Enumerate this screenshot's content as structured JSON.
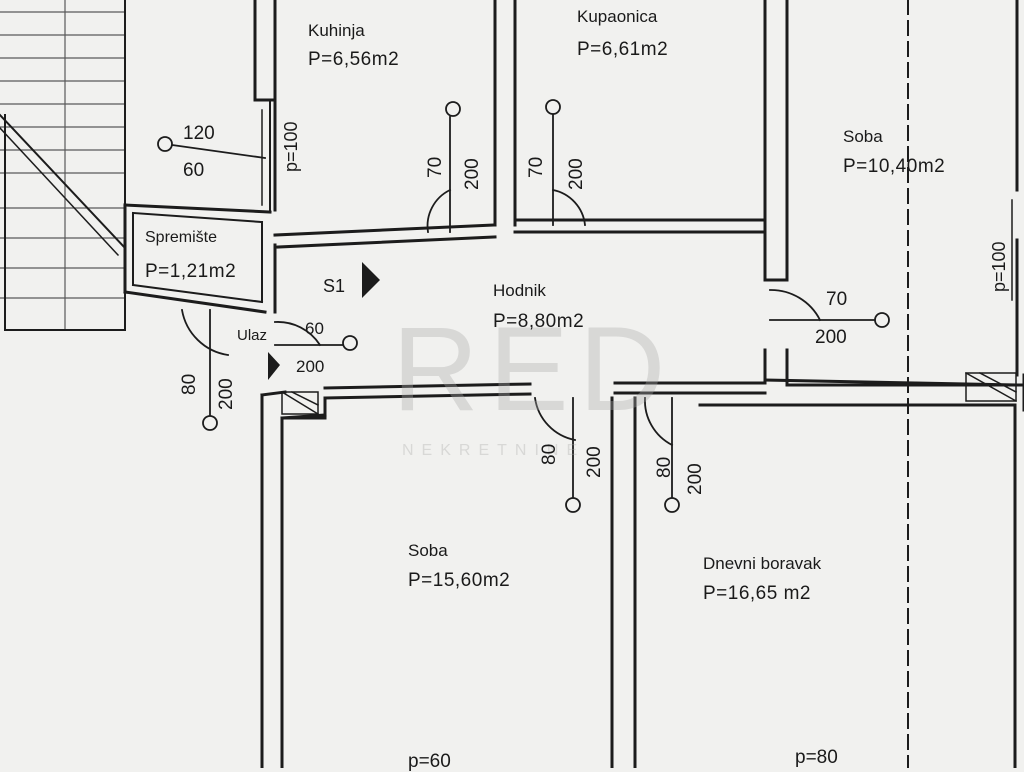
{
  "rooms": {
    "kuhinja": {
      "name": "Kuhinja",
      "area": "P=6,56m2"
    },
    "kupaonica": {
      "name": "Kupaonica",
      "area": "P=6,61m2"
    },
    "soba_right": {
      "name": "Soba",
      "area": "P=10,40m2"
    },
    "spremiste": {
      "name": "Spremište",
      "area": "P=1,21m2"
    },
    "hodnik": {
      "name": "Hodnik",
      "area": "P=8,80m2"
    },
    "soba_bottom": {
      "name": "Soba",
      "area": "P=15,60m2"
    },
    "dnevni_boravak": {
      "name": "Dnevni boravak",
      "area": "P=16,65 m2"
    }
  },
  "labels": {
    "s1": "S1",
    "ulaz": "Ulaz",
    "window_kuhinja": "p=100",
    "window_soba_right": "p=100",
    "window_soba_bottom": "p=60",
    "window_dnevni": "p=80",
    "stair_w": "120",
    "stair_h": "60",
    "door_kuhinja_w": "70",
    "door_kuhinja_h": "200",
    "door_kupaonica_w": "70",
    "door_kupaonica_h": "200",
    "door_soba_right_w": "70",
    "door_soba_right_h": "200",
    "door_ulaz_w": "60",
    "door_ulaz_h": "200",
    "door_spremiste_w": "80",
    "door_spremiste_h": "200",
    "door_soba_bottom_w": "80",
    "door_soba_bottom_h": "200",
    "door_dnevni_w": "80",
    "door_dnevni_h": "200"
  },
  "watermark": {
    "logo": "RED",
    "sub": "NEKRETNINE"
  },
  "colors": {
    "line": "#1c1c1c",
    "paper": "#f1f1ef",
    "watermark": "#b4b4b4"
  }
}
